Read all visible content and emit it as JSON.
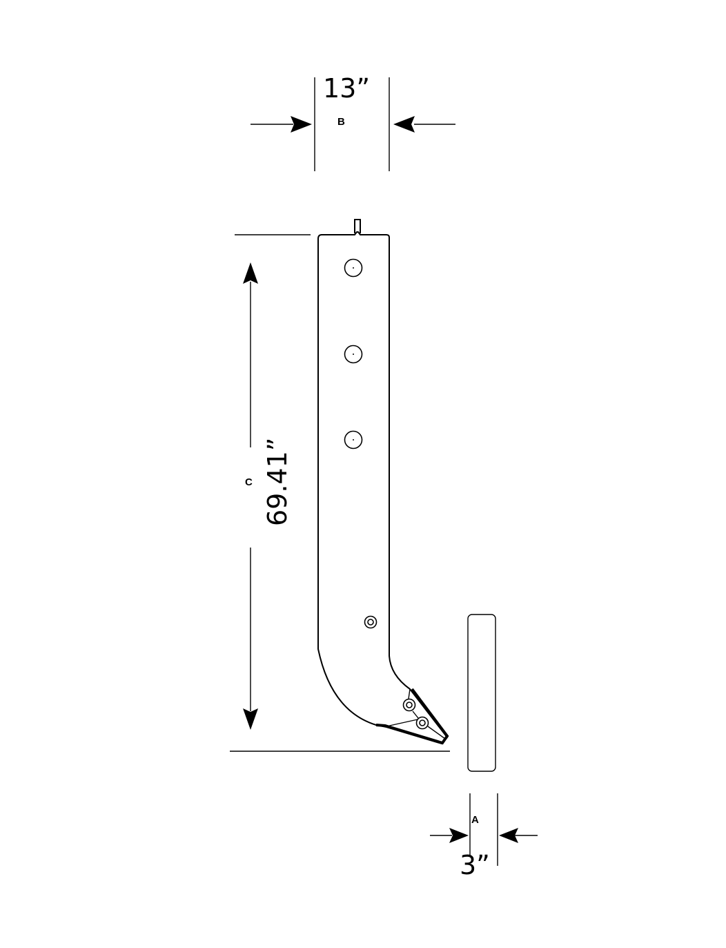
{
  "diagram": {
    "type": "dimension-drawing",
    "subject": "ripper shank with tip",
    "dimensions": {
      "B": {
        "letter": "B",
        "value": "13”",
        "orientation": "horizontal"
      },
      "C": {
        "letter": "C",
        "value": "69.41”",
        "orientation": "vertical"
      },
      "A": {
        "letter": "A",
        "value": "3”",
        "orientation": "horizontal"
      }
    },
    "features": {
      "mounting_holes": 3,
      "lower_pin_hole": 1,
      "tip_bolts": 2,
      "side_profile_bar": 1
    },
    "colors": {
      "line": "#000000",
      "background": "#ffffff"
    }
  }
}
